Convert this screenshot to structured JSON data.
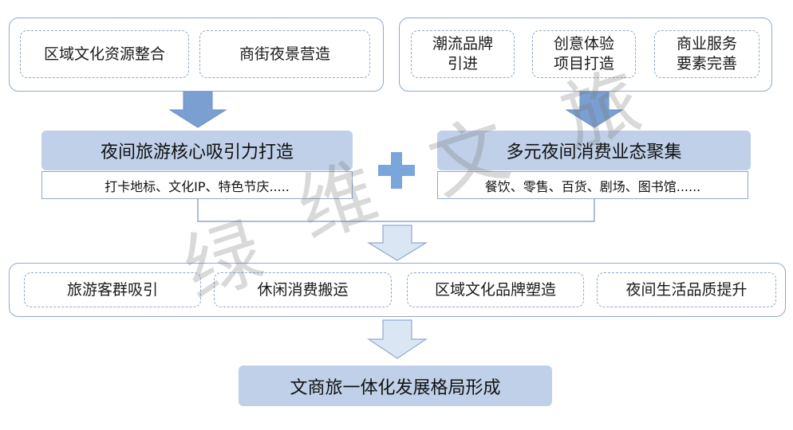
{
  "top_left": {
    "items": [
      "区域文化资源整合",
      "商街夜景营造"
    ]
  },
  "top_right": {
    "items": [
      "潮流品牌\n引进",
      "创意体验\n项目打造",
      "商业服务\n要素完善"
    ]
  },
  "core_left": {
    "title": "夜间旅游核心吸引力打造",
    "detail": "打卡地标、文化IP、特色节庆....."
  },
  "core_right": {
    "title": "多元夜间消费业态聚集",
    "detail": "餐饮、零售、百货、剧场、图书馆......"
  },
  "outcomes": {
    "items": [
      "旅游客群吸引",
      "休闲消费搬运",
      "区域文化品牌塑造",
      "夜间生活品质提升"
    ]
  },
  "final": {
    "title": "文商旅一体化发展格局形成"
  },
  "watermark": {
    "chars": [
      "绿",
      "维",
      "文",
      "旅"
    ]
  },
  "colors": {
    "border": "#8fa9cc",
    "highlight_fill": "#bfd0e8",
    "arrow_fill": "#7b9fd0",
    "plus": "#7aa6dc"
  }
}
